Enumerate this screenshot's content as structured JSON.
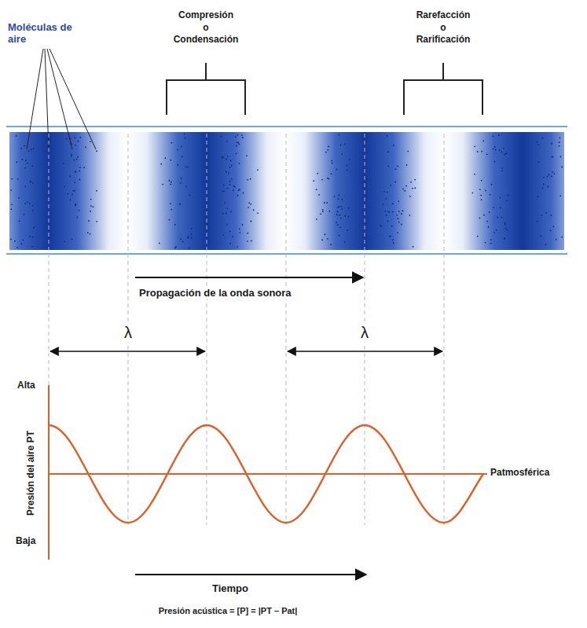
{
  "diagram": {
    "labels": [
      "Moléculas de aire",
      "Compresión o Condensación",
      "Rarefacción o Rarificación",
      "Propagación de la onda sonora",
      "λ",
      "λ",
      "Alta",
      "Presión del aire PT",
      "Baja",
      "Patmosférica",
      "Tiempo",
      "Presión acústica = [P] = |PT – Pat|"
    ]
  }
}
